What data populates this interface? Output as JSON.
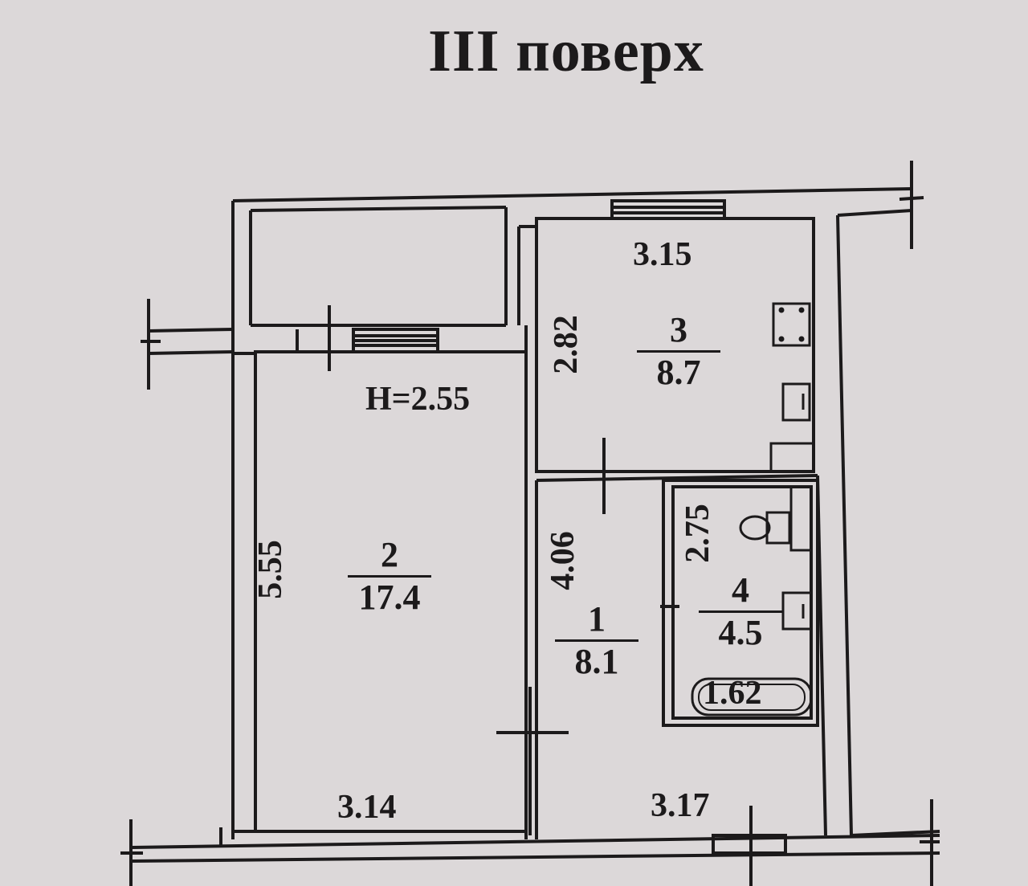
{
  "title": "III поверх",
  "height_label": "H=2.55",
  "rooms": [
    {
      "number": "1",
      "area": "8.1"
    },
    {
      "number": "2",
      "area": "17.4"
    },
    {
      "number": "3",
      "area": "8.7"
    },
    {
      "number": "4",
      "area": "4.5"
    }
  ],
  "dimensions": {
    "room2_width": "3.14",
    "room2_length": "5.55",
    "room3_width": "3.15",
    "room3_length": "2.82",
    "room1_width": "3.17",
    "room1_length": "4.06",
    "room4_length": "2.75",
    "bath_length": "1.62"
  }
}
